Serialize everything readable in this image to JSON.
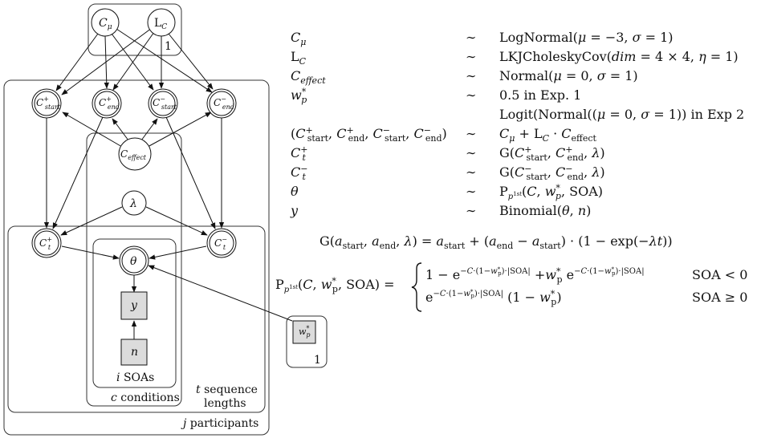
{
  "plates": {
    "participants_plate": "j participants",
    "participants_var": "j",
    "participants_word": "participants",
    "sequence_var": "t",
    "sequence_line1": "sequence",
    "sequence_line2": "lengths",
    "conditions_var": "c",
    "conditions_word": "conditions",
    "soas_var": "i",
    "soas_word": "SOAs",
    "top_count": "1",
    "wp_count": "1"
  },
  "nodes": {
    "C_mu": "C",
    "C_mu_sub": "μ",
    "L_C": "L",
    "L_C_sub": "C",
    "C_start_plus": "C",
    "C_end_plus": "C",
    "C_start_minus": "C",
    "C_end_minus": "C",
    "plus_sup": "+",
    "minus_sup": "−",
    "start_sub": "start",
    "end_sub": "end",
    "C_effect": "C",
    "effect_sub": "effect",
    "lambda": "λ",
    "Ct_plus": "C",
    "Ct_minus": "C",
    "t_sub": "t",
    "theta": "θ",
    "y": "y",
    "n": "n",
    "wp": "w",
    "wp_sub": "p",
    "wp_sup": "*"
  },
  "equations": {
    "rows": [
      {
        "lhs": "Cμ",
        "sim": "∼",
        "rhs": "LogNormal(μ = −3,  σ = 1)"
      },
      {
        "lhs": "LC",
        "sim": "∼",
        "rhs": "LKJCholeskyCov(dim = 4 × 4, η = 1)"
      },
      {
        "lhs": "Ceffect",
        "sim": "∼",
        "rhs": "Normal(μ = 0,  σ = 1)"
      },
      {
        "lhs": "w*p",
        "sim": "∼",
        "rhs": "0.5 in Exp. 1"
      },
      {
        "lhs": "",
        "sim": "",
        "rhs": "Logit(Normal((μ = 0, σ = 1)) in Exp 2"
      },
      {
        "lhs": "(C+start, C+end, C−start, C−end)",
        "sim": "∼",
        "rhs": "Cμ + LC · Ceffect"
      },
      {
        "lhs": "C+t",
        "sim": "∼",
        "rhs": "G(C+start, C+end, λ)"
      },
      {
        "lhs": "C−t",
        "sim": "∼",
        "rhs": "G(C−start, C−end, λ)"
      },
      {
        "lhs": "θ",
        "sim": "∼",
        "rhs": "Pp1st(C, w*p, SOA)"
      },
      {
        "lhs": "y",
        "sim": "∼",
        "rhs": "Binomial(θ, n)"
      }
    ],
    "G_def": "G(astart, aend, λ)   =   astart + (aend − astart) · (1 − exp(−λt))",
    "P_lhs": "Pp1st(C, w*p, SOA) =",
    "P_case1": "1 − e−C·(1−w*p)·|SOA| +w*p e−C·(1−w*p)·|SOA|",
    "P_case1_cond": "SOA < 0",
    "P_case2": "e−C·(1−w*p)·|SOA| (1 − w*p)",
    "P_case2_cond": "SOA ≥ 0"
  }
}
